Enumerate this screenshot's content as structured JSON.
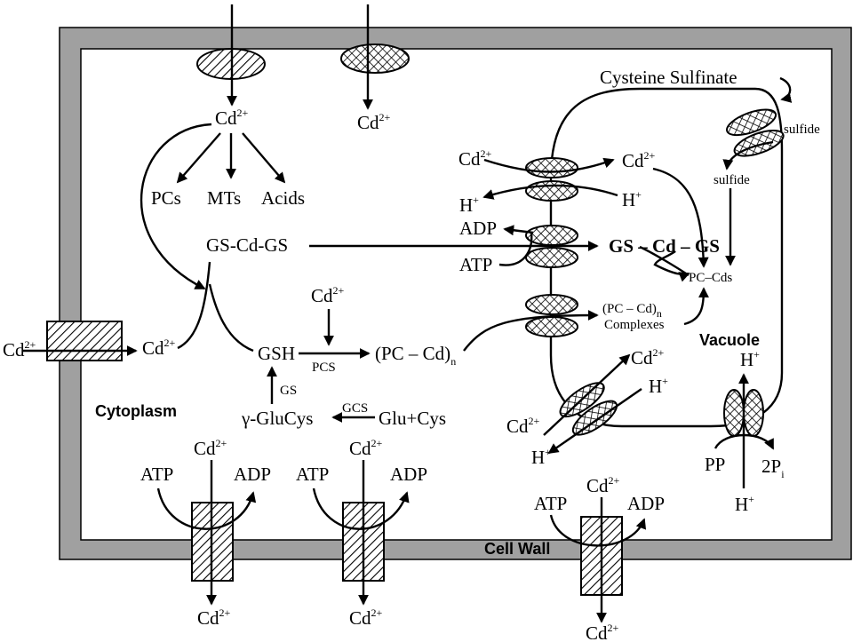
{
  "regions": {
    "cell_wall": "Cell Wall",
    "cytoplasm": "Cytoplasm",
    "vacuole": "Vacuole"
  },
  "ions": {
    "cd": "Cd",
    "cd_charge": "2+",
    "h": "H",
    "h_charge": "+"
  },
  "molecules": {
    "pcs": "PCs",
    "mts": "MTs",
    "acids": "Acids",
    "gs_cd_gs": "GS-Cd-GS",
    "gs_cd_gs_vacuole": "GS – Cd – GS",
    "gsh": "GSH",
    "pc_cd_n": "(PC – Cd)",
    "pc_cd_sub": "n",
    "pc_cd_complex_sub": "n",
    "complexes": "Complexes",
    "pc_cds": "PC–Cds",
    "gamma_glucys": "γ-GluCys",
    "glu_cys": "Glu+Cys",
    "cysteine_sulfinate": "Cysteine Sulfinate",
    "sulfide": "sulfide",
    "atp": "ATP",
    "adp": "ADP",
    "pp": "PP",
    "two_p": "2P",
    "two_p_sub": "i"
  },
  "enzymes": {
    "pcs": "PCS",
    "gs": "GS",
    "gcs": "GCS"
  },
  "colors": {
    "wall": "#a0a0a0",
    "line": "#000000",
    "background": "#ffffff"
  }
}
